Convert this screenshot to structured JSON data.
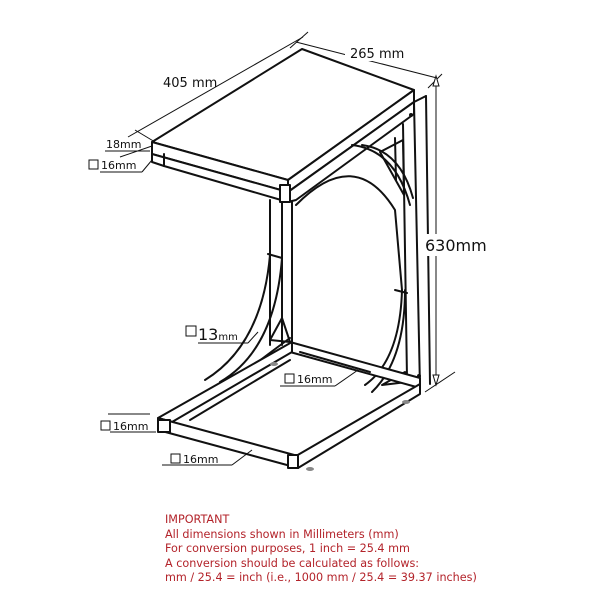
{
  "diagram": {
    "subject": "C-shaped side table technical drawing",
    "dimensions": {
      "depth": "405 mm",
      "width": "265 mm",
      "height": "630mm",
      "top_thickness": "18mm",
      "top_frame_tube": "16mm",
      "upright_tube": "13mm",
      "base_rear_tube": "16mm",
      "base_side_tube": "16mm",
      "base_front_tube": "16mm"
    },
    "tube_symbol": "□"
  },
  "note": {
    "heading": "IMPORTANT",
    "lines": [
      "All dimensions shown in Millimeters (mm)",
      "For conversion purposes, 1 inch = 25.4 mm",
      "A conversion should be calculated as follows:",
      "mm / 25.4 = inch (i.e., 1000 mm / 25.4 = 39.37 inches)"
    ],
    "color": "#b3232a"
  }
}
